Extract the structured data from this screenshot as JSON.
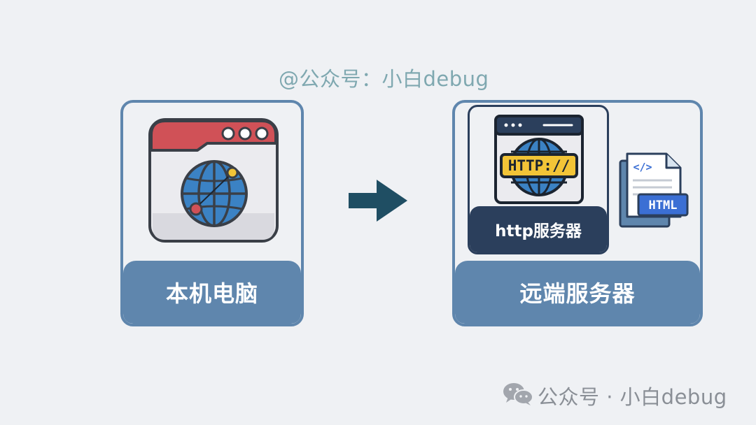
{
  "watermark_top": "@公众号：小白debug",
  "local_computer": {
    "label": "本机电脑",
    "icon": "browser-globe-icon"
  },
  "arrow_icon": "arrow-right-icon",
  "remote_server": {
    "label": "远端服务器",
    "http_server": {
      "label": "http服务器",
      "icon_text": "HTTP://"
    },
    "html_file": {
      "tag_text": "HTML",
      "code_text": "</>"
    }
  },
  "footer_watermark": {
    "icon": "wechat-icon",
    "text": "公众号 · 小白debug"
  },
  "colors": {
    "background": "#eff1f4",
    "card_border": "#5f86ad",
    "card_footer": "#5f86ad",
    "inner_panel": "#2b3f5c",
    "arrow": "#1f4e63",
    "browser_red": "#d05157",
    "globe_blue": "#3b82c4",
    "http_yellow": "#f2c437"
  }
}
